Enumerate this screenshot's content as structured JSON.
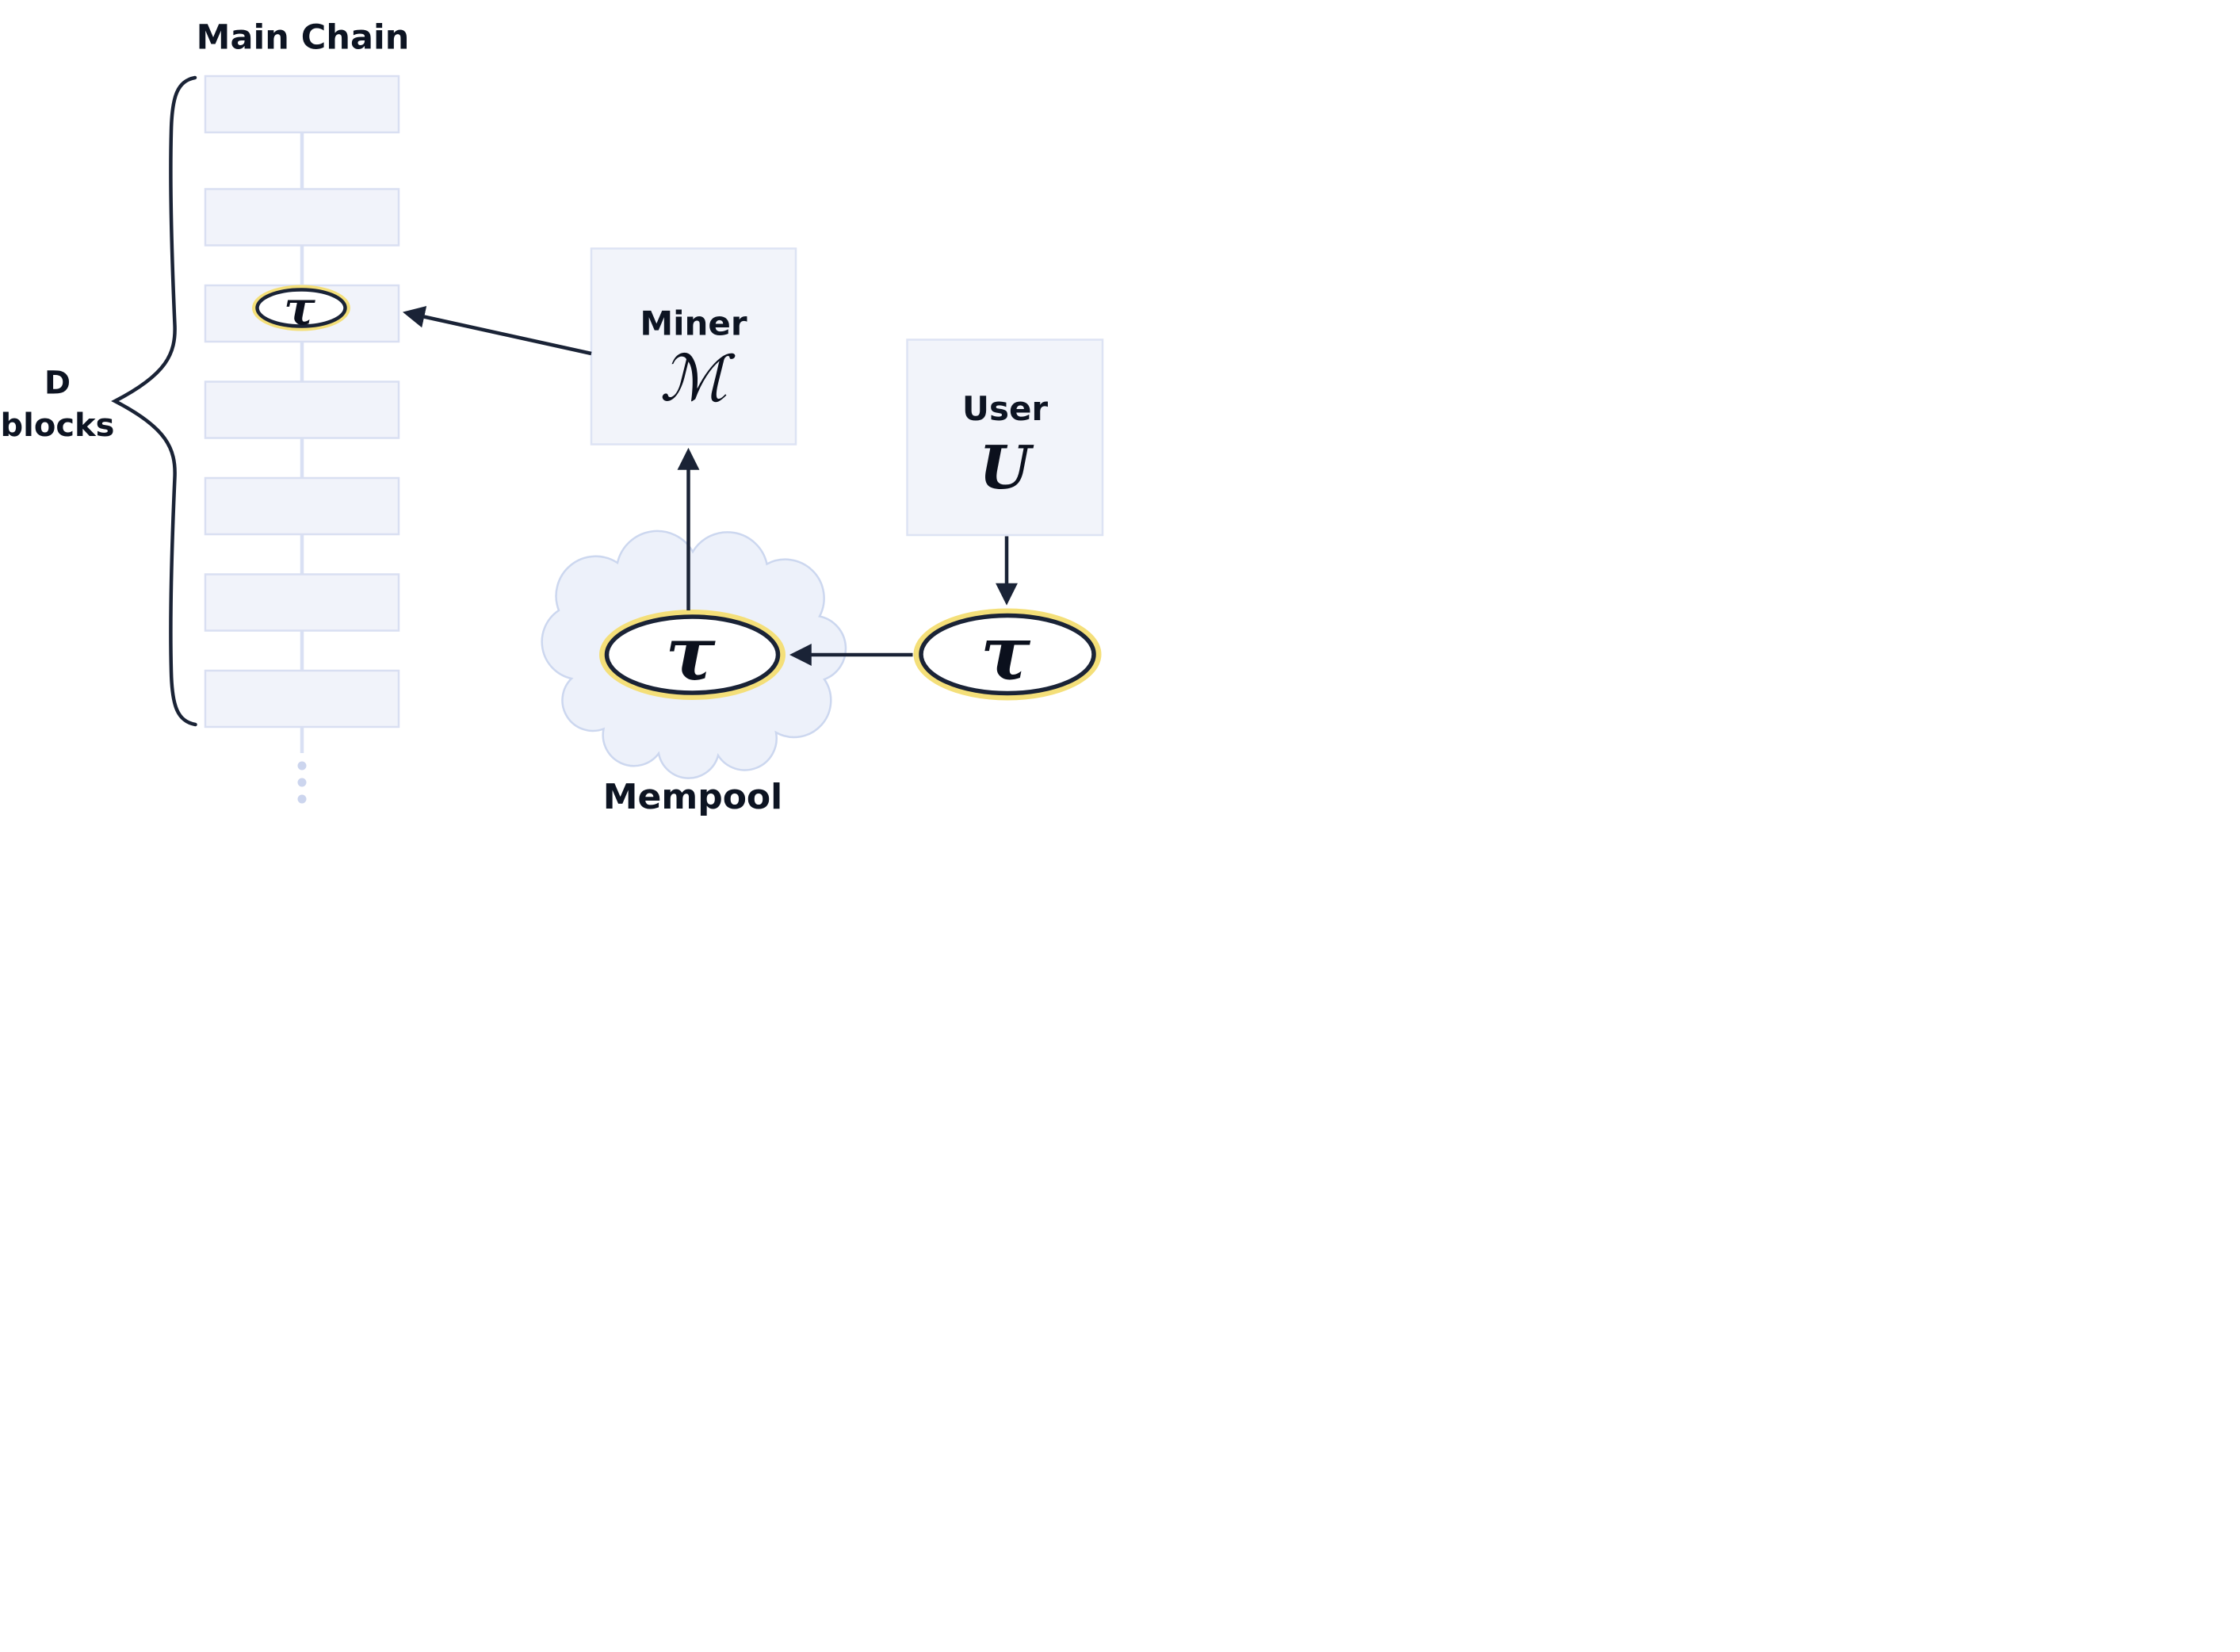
{
  "diagram": {
    "title": "Main Chain",
    "brace_label": {
      "line1": "D",
      "line2": "blocks"
    },
    "chain": {
      "block_count": 7,
      "highlighted_block_index": 3,
      "has_ellipsis_dots": true
    },
    "miner": {
      "label": "Miner",
      "symbol": "ℳ"
    },
    "user": {
      "label": "User",
      "symbol": "U"
    },
    "mempool": {
      "label": "Mempool"
    },
    "symbols": {
      "transaction": "τ"
    },
    "colors": {
      "navy_stroke": "#1a2336",
      "highlight_yellow": "#f4df79",
      "block_fill": "#f1f3fa",
      "block_border": "#d9dff2",
      "connector": "#d9e0f4",
      "entity_box_fill": "#f2f4fa",
      "entity_box_border": "#dde3f4",
      "cloud_fill": "#edf1fa",
      "cloud_border": "#ccd7ef",
      "ellipsis_dots": "#ccd5ee",
      "text": "#0d1422",
      "background": "#ffffff"
    }
  }
}
